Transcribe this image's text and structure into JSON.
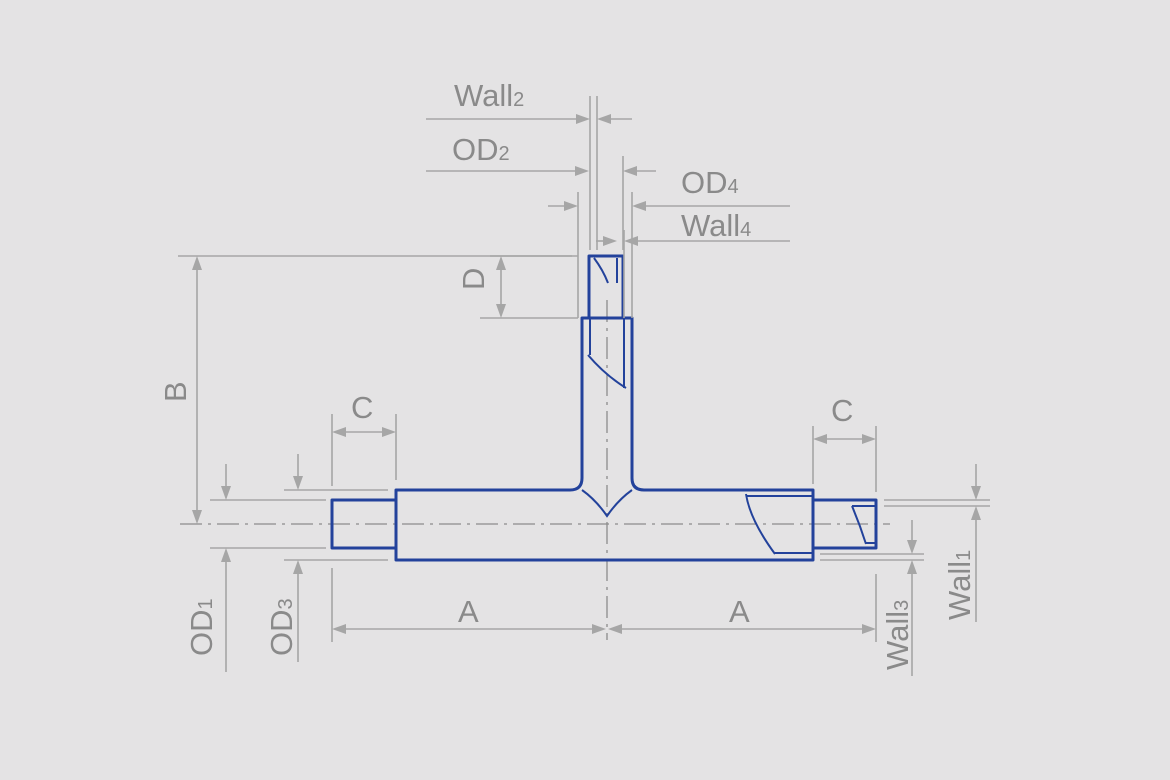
{
  "colors": {
    "background": "#e4e3e4",
    "part": "#23429b",
    "dimension": "#a6a6a6",
    "label": "#8a8a8a"
  },
  "labels": {
    "wall2": {
      "base": "Wall",
      "sub": "2"
    },
    "od2": {
      "base": "OD",
      "sub": "2"
    },
    "od4": {
      "base": "OD",
      "sub": "4"
    },
    "wall4": {
      "base": "Wall",
      "sub": "4"
    },
    "d": {
      "base": "D"
    },
    "b": {
      "base": "B"
    },
    "c_left": {
      "base": "C"
    },
    "c_right": {
      "base": "C"
    },
    "a_left": {
      "base": "A"
    },
    "a_right": {
      "base": "A"
    },
    "od1": {
      "base": "OD",
      "sub": "1"
    },
    "od3": {
      "base": "OD",
      "sub": "3"
    },
    "wall3": {
      "base": "Wall",
      "sub": "3"
    },
    "wall1": {
      "base": "Wall",
      "sub": "1"
    }
  }
}
